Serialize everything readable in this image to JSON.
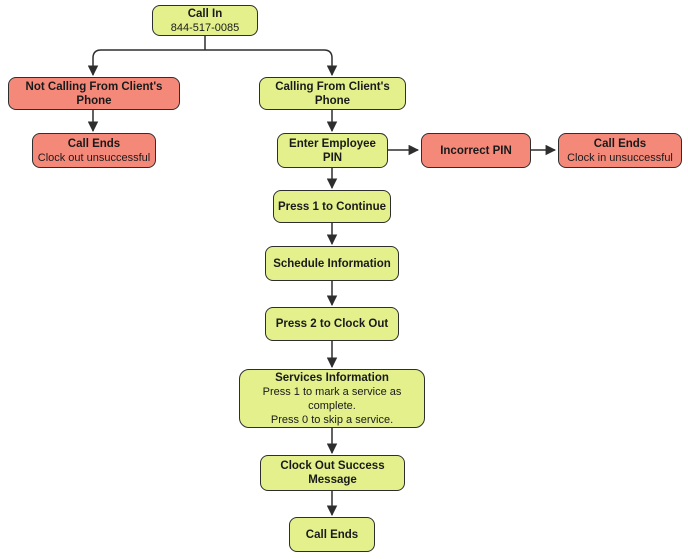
{
  "colors": {
    "success_fill": "#e3f08c",
    "error_fill": "#f4897a",
    "stroke": "#2e2e2e"
  },
  "nodes": {
    "call_in": {
      "title": "Call In",
      "sub": "844-517-0085"
    },
    "not_client_phone": {
      "title": "Not Calling From Client's Phone"
    },
    "call_ends_clock_out_fail": {
      "title": "Call Ends",
      "sub": "Clock out unsuccessful"
    },
    "client_phone": {
      "title": "Calling From Client's Phone"
    },
    "enter_pin": {
      "title": "Enter Employee PIN"
    },
    "incorrect_pin": {
      "title": "Incorrect PIN"
    },
    "call_ends_clock_in_fail": {
      "title": "Call Ends",
      "sub": "Clock in unsuccessful"
    },
    "press1_continue": {
      "title": "Press 1 to Continue"
    },
    "schedule_info": {
      "title": "Schedule Information"
    },
    "press2_clock_out": {
      "title": "Press 2 to Clock Out"
    },
    "services_info": {
      "title": "Services Information",
      "sub1": "Press 1 to mark a service as complete.",
      "sub2": "Press 0 to skip a service."
    },
    "clock_out_success": {
      "title": "Clock Out Success Message"
    },
    "call_ends_final": {
      "title": "Call Ends"
    }
  }
}
